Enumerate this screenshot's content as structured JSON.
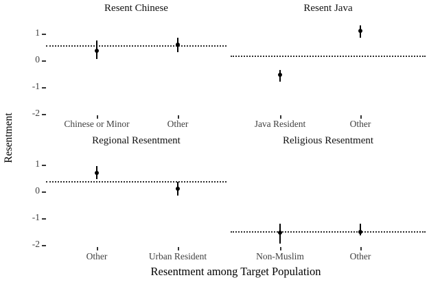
{
  "figure": {
    "background": "#ffffff",
    "y_axis_label": "Resentment",
    "x_axis_label": "Resentment among Target Population"
  },
  "chart_data": {
    "type": "scatter",
    "subtype": "pointrange-facets",
    "title": "",
    "xlabel": "Resentment among Target Population",
    "ylabel": "Resentment",
    "ylim": [
      -2.6,
      1.5
    ],
    "y_ticks": [
      1,
      0,
      -1,
      -2
    ],
    "grid": false,
    "legend": false,
    "point_color": "#000000",
    "axis_text_color": "#404040",
    "ref_line_style": "dotted",
    "panels": [
      {
        "title": "Resent Chinese",
        "row": 0,
        "col": 0,
        "ref_line": 0.55,
        "points": [
          {
            "category": "Chinese or Minor",
            "estimate": 0.35,
            "ci_low": 0.05,
            "ci_high": 0.75
          },
          {
            "category": "Other",
            "estimate": 0.6,
            "ci_low": 0.3,
            "ci_high": 0.85
          }
        ]
      },
      {
        "title": "Resent Java",
        "row": 0,
        "col": 1,
        "ref_line": 0.15,
        "points": [
          {
            "category": "Java Resident",
            "estimate": -0.55,
            "ci_low": -0.8,
            "ci_high": -0.35
          },
          {
            "category": "Other",
            "estimate": 1.1,
            "ci_low": 0.85,
            "ci_high": 1.3
          }
        ]
      },
      {
        "title": "Regional Resentment",
        "row": 1,
        "col": 0,
        "ref_line": 0.35,
        "points": [
          {
            "category": "Other",
            "estimate": 0.7,
            "ci_low": 0.45,
            "ci_high": 0.95
          },
          {
            "category": "Urban Resident",
            "estimate": 0.1,
            "ci_low": -0.15,
            "ci_high": 0.35
          }
        ]
      },
      {
        "title": "Religious Resentment",
        "row": 1,
        "col": 1,
        "ref_line": -1.5,
        "points": [
          {
            "category": "Non-Muslim",
            "estimate": -1.55,
            "ci_low": -1.95,
            "ci_high": -1.2
          },
          {
            "category": "Other",
            "estimate": -1.5,
            "ci_low": -1.65,
            "ci_high": -1.2
          }
        ]
      }
    ]
  }
}
